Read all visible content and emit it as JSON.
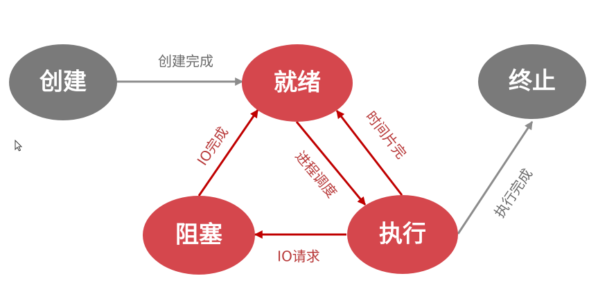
{
  "colors": {
    "state_gray": "#7a7a7a",
    "state_red": "#d5474d",
    "edge_gray": "#8c8c8c",
    "edge_red": "#c00000",
    "label_gray": "#6b6b6b",
    "label_red": "#b83a3a"
  },
  "nodes": {
    "create": "创建",
    "ready": "就绪",
    "terminate": "终止",
    "blocked": "阻塞",
    "running": "执行"
  },
  "edges": {
    "create_to_ready": "创建完成",
    "blocked_to_ready": "IO完成",
    "ready_to_running": "进程调度",
    "running_to_ready": "时间片完",
    "running_to_blocked": "IO请求",
    "running_to_terminate": "执行完成"
  },
  "icons": {
    "cursor": "mouse-pointer-icon"
  }
}
